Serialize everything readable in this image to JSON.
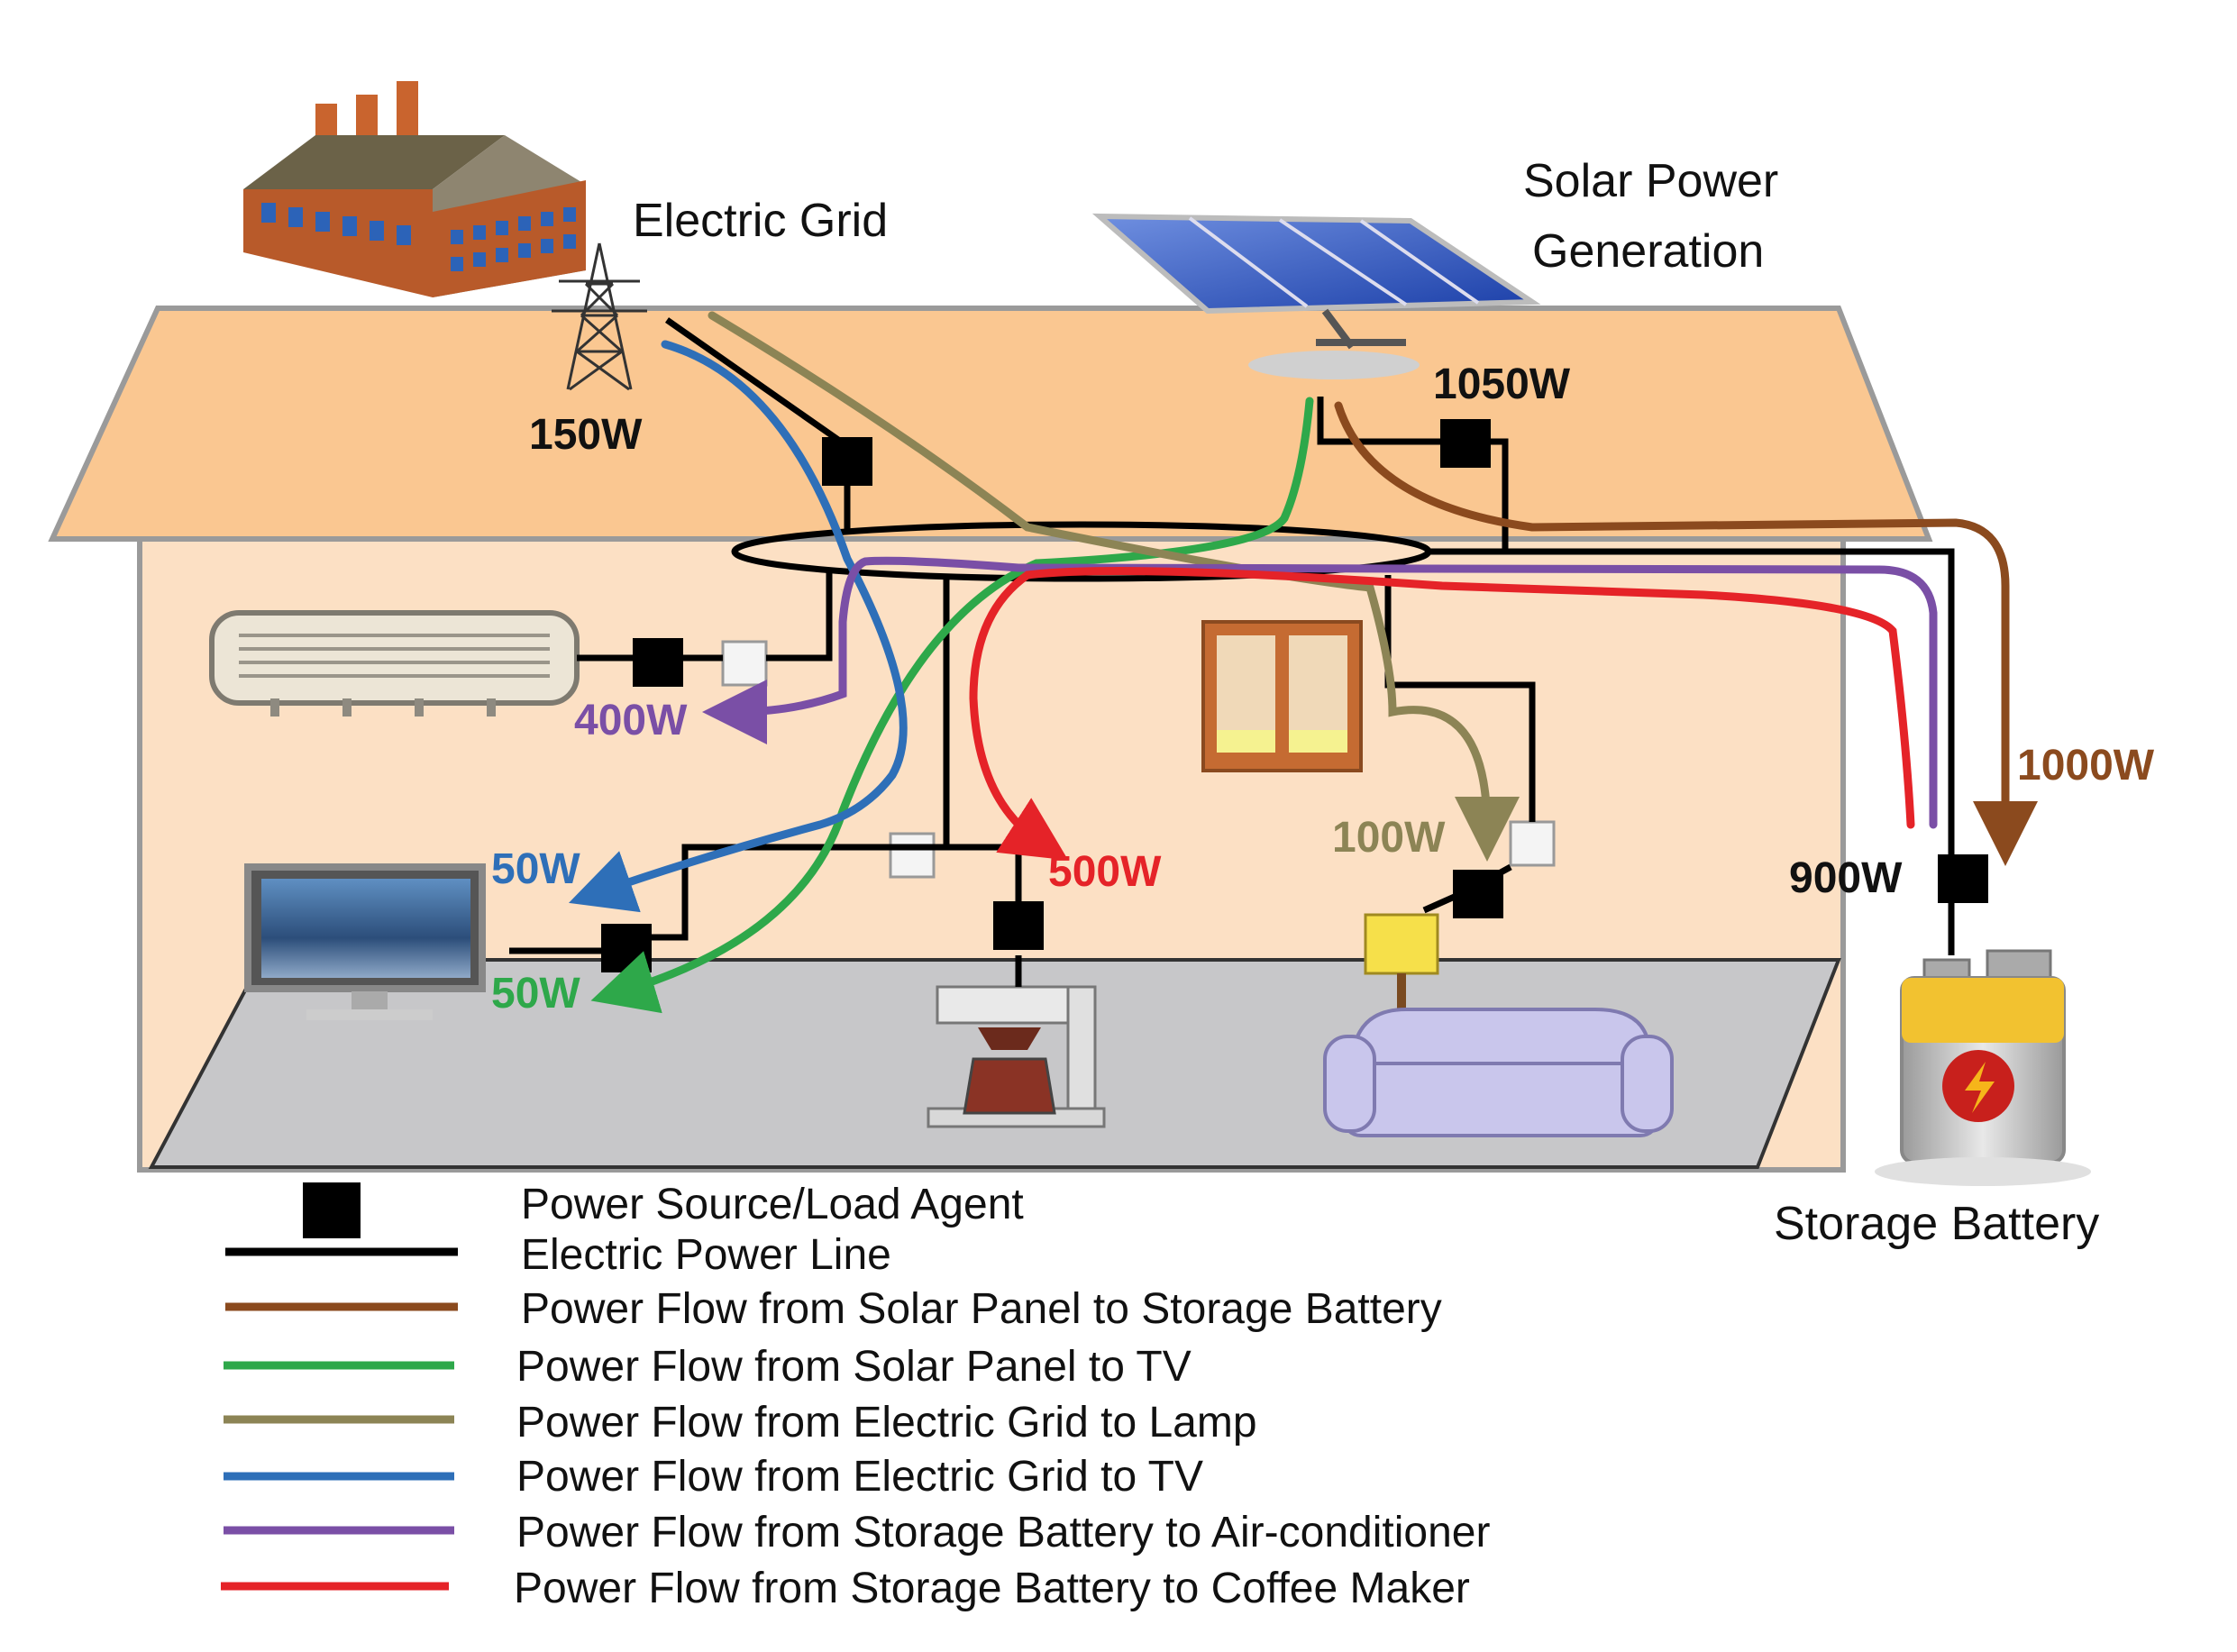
{
  "labels": {
    "grid": "Electric Grid",
    "solar_line1": "Solar Power",
    "solar_line2": "Generation",
    "battery": "Storage Battery"
  },
  "watts": {
    "grid": "150W",
    "solar": "1050W",
    "ac": "400W",
    "tv_grid": "50W",
    "tv_solar": "50W",
    "coffee": "500W",
    "lamp": "100W",
    "battery_out": "900W",
    "battery_in": "1000W"
  },
  "legend": [
    {
      "text": "Power Source/Load Agent",
      "kind": "agent",
      "color": "#000000"
    },
    {
      "text": "Electric Power Line",
      "kind": "line",
      "color": "#000000"
    },
    {
      "text": "Power Flow from Solar Panel to Storage Battery",
      "kind": "line",
      "color": "#8B4A1E"
    },
    {
      "text": "Power Flow from Solar Panel to TV",
      "kind": "line",
      "color": "#2EA84A"
    },
    {
      "text": "Power Flow from Electric Grid to Lamp",
      "kind": "line",
      "color": "#8C8455"
    },
    {
      "text": "Power Flow from Electric Grid to TV",
      "kind": "line",
      "color": "#2E6FB8"
    },
    {
      "text": "Power Flow from Storage Battery to Air-conditioner",
      "kind": "line",
      "color": "#7A4FA6"
    },
    {
      "text": "Power Flow from Storage Battery to Coffee Maker",
      "kind": "line",
      "color": "#E52328"
    }
  ],
  "colors": {
    "roof": "#FAC791",
    "wall": "#FCE0C4",
    "floor": "#C7C7C9",
    "agent": "#000000",
    "solar_to_battery": "#8B4A1E",
    "solar_to_tv": "#2EA84A",
    "grid_to_lamp": "#8C8455",
    "grid_to_tv": "#2E6FB8",
    "battery_to_ac": "#7A4FA6",
    "battery_to_coffee": "#E52328"
  },
  "icons": [
    "factory-icon",
    "power-tower-icon",
    "solar-panel-icon",
    "air-conditioner-icon",
    "tv-icon",
    "coffee-maker-icon",
    "window-icon",
    "lamp-icon",
    "sofa-icon",
    "battery-icon",
    "outlet-icon"
  ]
}
